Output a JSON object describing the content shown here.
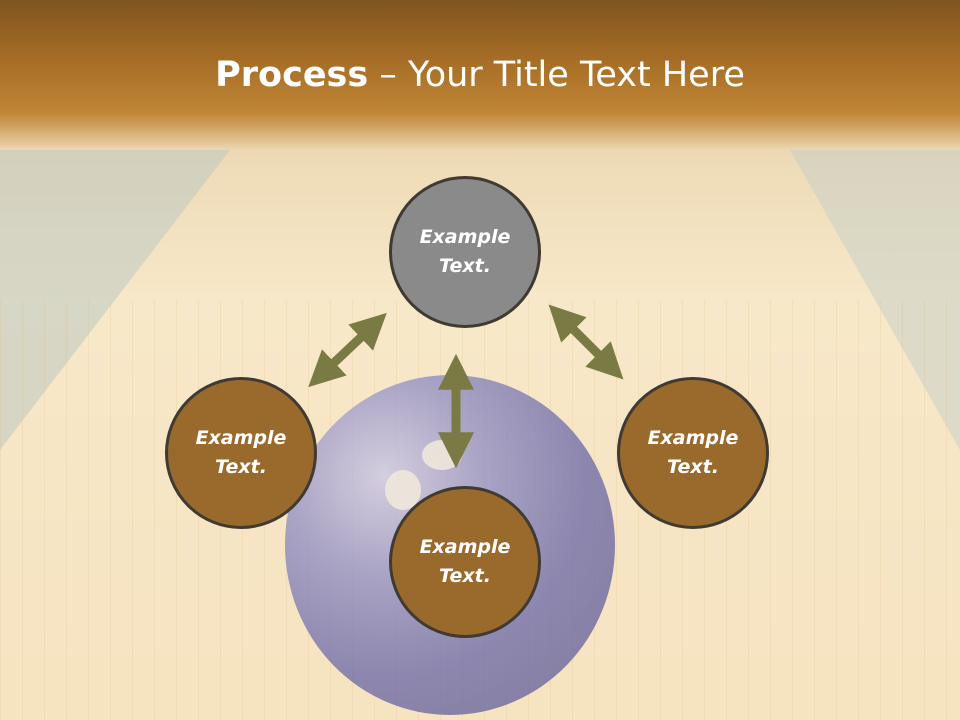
{
  "slide": {
    "title_bold": "Process",
    "title_rest": " – Your Title Text Here"
  },
  "diagram": {
    "nodes": [
      {
        "id": "top",
        "label": "Example\nText.",
        "color": "#8a8a8a"
      },
      {
        "id": "left",
        "label": "Example\nText.",
        "color": "#9a6a2c"
      },
      {
        "id": "right",
        "label": "Example\nText.",
        "color": "#9a6a2c"
      },
      {
        "id": "bottom",
        "label": "Example\nText.",
        "color": "#9a6a2c"
      }
    ],
    "arrow_color": "#7a7a45"
  }
}
